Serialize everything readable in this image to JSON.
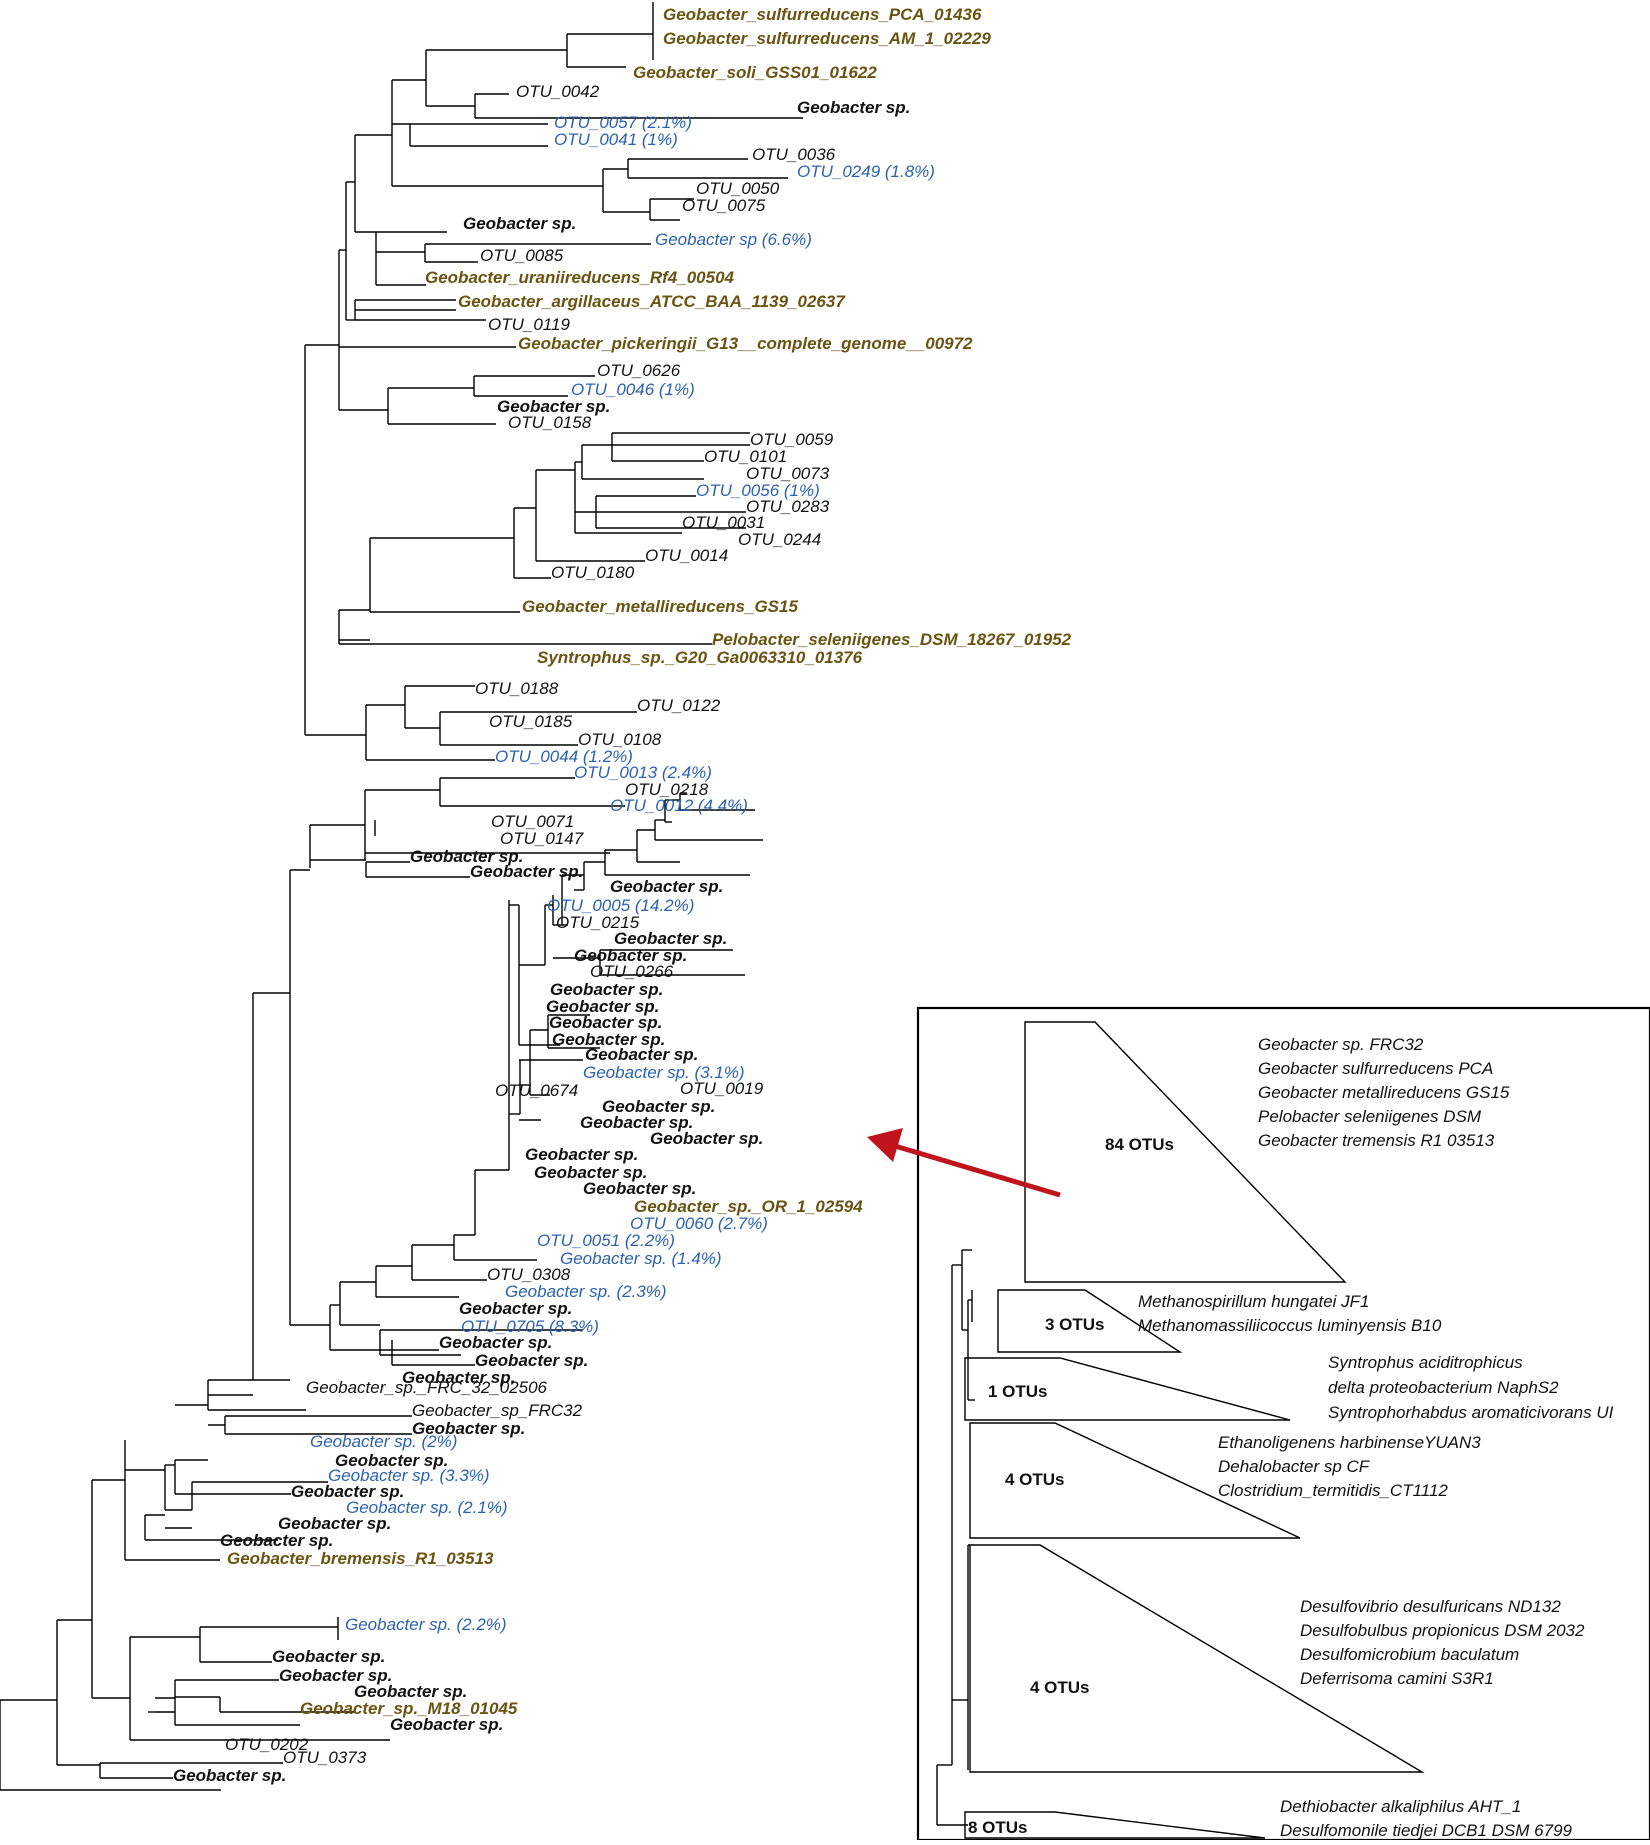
{
  "colors": {
    "black": "#111111",
    "blue": "#2b62b0",
    "brown": "#6b5312",
    "arrow": "#c0141c",
    "line": "#000000"
  },
  "tree": {
    "labels": [
      {
        "text": "Geobacter_sulfurreducens_PCA_01436",
        "color": "brown",
        "bold": true
      },
      {
        "text": "Geobacter_sulfurreducens_AM_1_02229",
        "color": "brown",
        "bold": true
      },
      {
        "text": "Geobacter_soli_GSS01_01622",
        "color": "brown",
        "bold": true
      },
      {
        "text": "OTU_0042",
        "color": "black",
        "bold": false
      },
      {
        "text": "Geobacter sp.",
        "color": "black",
        "bold": true
      },
      {
        "text": "OTU_0057 (2.1%)",
        "color": "blue",
        "bold": false
      },
      {
        "text": "OTU_0041 (1%)",
        "color": "blue",
        "bold": false
      },
      {
        "text": "OTU_0036",
        "color": "black",
        "bold": false
      },
      {
        "text": "OTU_0249 (1.8%)",
        "color": "blue",
        "bold": false
      },
      {
        "text": "OTU_0050",
        "color": "black",
        "bold": false
      },
      {
        "text": "OTU_0075",
        "color": "black",
        "bold": false
      },
      {
        "text": "Geobacter sp.",
        "color": "black",
        "bold": true
      },
      {
        "text": "Geobacter sp (6.6%)",
        "color": "blue",
        "bold": false
      },
      {
        "text": "OTU_0085",
        "color": "black",
        "bold": false
      },
      {
        "text": "Geobacter_uraniireducens_Rf4_00504",
        "color": "brown",
        "bold": true
      },
      {
        "text": "Geobacter_argillaceus_ATCC_BAA_1139_02637",
        "color": "brown",
        "bold": true
      },
      {
        "text": "OTU_0119",
        "color": "black",
        "bold": false
      },
      {
        "text": "Geobacter_pickeringii_G13__complete_genome__00972",
        "color": "brown",
        "bold": true
      },
      {
        "text": "OTU_0626",
        "color": "black",
        "bold": false
      },
      {
        "text": "OTU_0046 (1%)",
        "color": "blue",
        "bold": false
      },
      {
        "text": "Geobacter sp.",
        "color": "black",
        "bold": true
      },
      {
        "text": "OTU_0158",
        "color": "black",
        "bold": false
      },
      {
        "text": "OTU_0059",
        "color": "black",
        "bold": false
      },
      {
        "text": "OTU_0101",
        "color": "black",
        "bold": false
      },
      {
        "text": "OTU_0073",
        "color": "black",
        "bold": false
      },
      {
        "text": "OTU_0056 (1%)",
        "color": "blue",
        "bold": false
      },
      {
        "text": "OTU_0283",
        "color": "black",
        "bold": false
      },
      {
        "text": "OTU_0031",
        "color": "black",
        "bold": false
      },
      {
        "text": "OTU_0244",
        "color": "black",
        "bold": false
      },
      {
        "text": "OTU_0014",
        "color": "black",
        "bold": false
      },
      {
        "text": "OTU_0180",
        "color": "black",
        "bold": false
      },
      {
        "text": "Geobacter_metallireducens_GS15",
        "color": "brown",
        "bold": true
      },
      {
        "text": "Pelobacter_seleniigenes_DSM_18267_01952",
        "color": "brown",
        "bold": true
      },
      {
        "text": "Syntrophus_sp._G20_Ga0063310_01376",
        "color": "brown",
        "bold": true
      },
      {
        "text": "OTU_0188",
        "color": "black",
        "bold": false
      },
      {
        "text": "OTU_0122",
        "color": "black",
        "bold": false
      },
      {
        "text": "OTU_0185",
        "color": "black",
        "bold": false
      },
      {
        "text": "OTU_0108",
        "color": "black",
        "bold": false
      },
      {
        "text": "OTU_0044 (1.2%)",
        "color": "blue",
        "bold": false
      },
      {
        "text": "OTU_0013 (2.4%)",
        "color": "blue",
        "bold": false
      },
      {
        "text": "OTU_0218",
        "color": "black",
        "bold": false
      },
      {
        "text": "OTU_0012 (4.4%)",
        "color": "blue",
        "bold": false
      },
      {
        "text": "OTU_0071",
        "color": "black",
        "bold": false
      },
      {
        "text": "OTU_0147",
        "color": "black",
        "bold": false
      },
      {
        "text": "Geobacter sp.",
        "color": "black",
        "bold": true
      },
      {
        "text": "Geobacter sp.",
        "color": "black",
        "bold": true
      },
      {
        "text": "Geobacter sp.",
        "color": "black",
        "bold": true
      },
      {
        "text": "OTU_0005 (14.2%)",
        "color": "blue",
        "bold": false
      },
      {
        "text": "OTU_0215",
        "color": "black",
        "bold": false
      },
      {
        "text": "Geobacter sp.",
        "color": "black",
        "bold": true
      },
      {
        "text": "Geobacter sp.",
        "color": "black",
        "bold": true
      },
      {
        "text": "OTU_0266",
        "color": "black",
        "bold": false
      },
      {
        "text": "Geobacter sp.",
        "color": "black",
        "bold": true
      },
      {
        "text": "Geobacter sp.",
        "color": "black",
        "bold": true
      },
      {
        "text": "Geobacter sp.",
        "color": "black",
        "bold": true
      },
      {
        "text": "Geobacter sp.",
        "color": "black",
        "bold": true
      },
      {
        "text": "Geobacter sp.",
        "color": "black",
        "bold": true
      },
      {
        "text": "Geobacter sp. (3.1%)",
        "color": "blue",
        "bold": false
      },
      {
        "text": "OTU_0674",
        "color": "black",
        "bold": false
      },
      {
        "text": "OTU_0019",
        "color": "black",
        "bold": false
      },
      {
        "text": "Geobacter sp.",
        "color": "black",
        "bold": true
      },
      {
        "text": "Geobacter sp.",
        "color": "black",
        "bold": true
      },
      {
        "text": "Geobacter sp.",
        "color": "black",
        "bold": true
      },
      {
        "text": "Geobacter sp.",
        "color": "black",
        "bold": true
      },
      {
        "text": "Geobacter sp.",
        "color": "black",
        "bold": true
      },
      {
        "text": "Geobacter sp.",
        "color": "black",
        "bold": true
      },
      {
        "text": "Geobacter_sp._OR_1_02594",
        "color": "brown",
        "bold": true
      },
      {
        "text": "OTU_0060 (2.7%)",
        "color": "blue",
        "bold": false
      },
      {
        "text": "OTU_0051 (2.2%)",
        "color": "blue",
        "bold": false
      },
      {
        "text": "Geobacter sp. (1.4%)",
        "color": "blue",
        "bold": false
      },
      {
        "text": "OTU_0308",
        "color": "black",
        "bold": false
      },
      {
        "text": "Geobacter sp. (2.3%)",
        "color": "blue",
        "bold": false
      },
      {
        "text": "Geobacter sp.",
        "color": "black",
        "bold": true
      },
      {
        "text": "OTU_0705 (8.3%)",
        "color": "blue",
        "bold": false
      },
      {
        "text": "Geobacter sp.",
        "color": "black",
        "bold": true
      },
      {
        "text": "Geobacter sp.",
        "color": "black",
        "bold": true
      },
      {
        "text": "Geobacter sp.",
        "color": "black",
        "bold": true
      },
      {
        "text": "Geobacter_sp._FRC_32_02506",
        "color": "black",
        "bold": false
      },
      {
        "text": "Geobacter_sp_FRC32",
        "color": "black",
        "bold": false
      },
      {
        "text": "Geobacter sp.",
        "color": "black",
        "bold": true
      },
      {
        "text": "Geobacter sp. (2%)",
        "color": "blue",
        "bold": false
      },
      {
        "text": "Geobacter sp.",
        "color": "black",
        "bold": true
      },
      {
        "text": "Geobacter sp. (3.3%)",
        "color": "blue",
        "bold": false
      },
      {
        "text": "Geobacter sp.",
        "color": "black",
        "bold": true
      },
      {
        "text": "Geobacter sp. (2.1%)",
        "color": "blue",
        "bold": false
      },
      {
        "text": "Geobacter sp.",
        "color": "black",
        "bold": true
      },
      {
        "text": "Geobacter sp.",
        "color": "black",
        "bold": true
      },
      {
        "text": "Geobacter_bremensis_R1_03513",
        "color": "brown",
        "bold": true
      },
      {
        "text": "Geobacter sp. (2.2%)",
        "color": "blue",
        "bold": false
      },
      {
        "text": "Geobacter sp.",
        "color": "black",
        "bold": true
      },
      {
        "text": "Geobacter sp.",
        "color": "black",
        "bold": true
      },
      {
        "text": "Geobacter sp.",
        "color": "black",
        "bold": true
      },
      {
        "text": "Geobacter_sp._M18_01045",
        "color": "brown",
        "bold": true
      },
      {
        "text": "Geobacter sp.",
        "color": "black",
        "bold": true
      },
      {
        "text": "OTU_0202",
        "color": "black",
        "bold": false
      },
      {
        "text": "OTU_0373",
        "color": "black",
        "bold": false
      },
      {
        "text": "Geobacter sp.",
        "color": "black",
        "bold": true
      }
    ]
  },
  "inset": {
    "clades": [
      {
        "label": "84 OTUs",
        "members": [
          "Geobacter sp. FRC32",
          "Geobacter sulfurreducens PCA",
          "Geobacter metallireducens GS15",
          "Pelobacter seleniigenes DSM",
          "Geobacter tremensis R1 03513"
        ]
      },
      {
        "label": "3 OTUs",
        "members": [
          "Methanospirillum hungatei JF1",
          "Methanomassiliicoccus luminyensis B10"
        ]
      },
      {
        "label": "1 OTUs",
        "members": [
          "Syntrophus aciditrophicus",
          "delta proteobacterium NaphS2",
          "Syntrophorhabdus aromaticivorans UI"
        ]
      },
      {
        "label": "4 OTUs",
        "members": [
          "Ethanoligenens harbinenseYUAN3",
          "Dehalobacter sp CF",
          "Clostridium_termitidis_CT1112"
        ]
      },
      {
        "label": "4 OTUs",
        "members": [
          "Desulfovibrio desulfuricans ND132",
          "Desulfobulbus propionicus DSM 2032",
          "Desulfomicrobium baculatum",
          "Deferrisoma camini S3R1"
        ]
      },
      {
        "label": "8 OTUs",
        "members": [
          "Dethiobacter alkaliphilus AHT_1",
          "Desulfomonile tiedjei DCB1 DSM 6799"
        ]
      }
    ]
  }
}
